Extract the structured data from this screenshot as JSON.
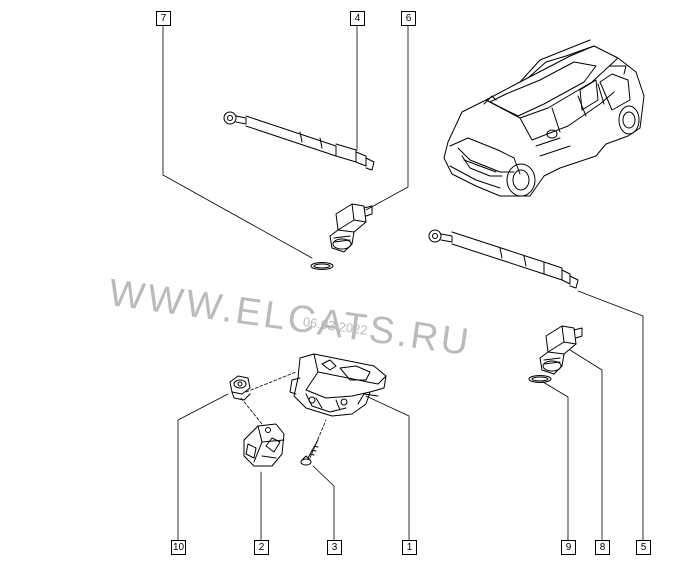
{
  "diagram": {
    "callouts": [
      {
        "id": "7",
        "label": "7"
      },
      {
        "id": "4",
        "label": "4"
      },
      {
        "id": "6",
        "label": "6"
      },
      {
        "id": "10",
        "label": "10"
      },
      {
        "id": "2",
        "label": "2"
      },
      {
        "id": "3",
        "label": "3"
      },
      {
        "id": "1",
        "label": "1"
      },
      {
        "id": "9",
        "label": "9"
      },
      {
        "id": "8",
        "label": "8"
      },
      {
        "id": "5",
        "label": "5"
      }
    ],
    "watermark": "WWW.ELCATS.RU",
    "watermark_date": "06.02.2022"
  }
}
